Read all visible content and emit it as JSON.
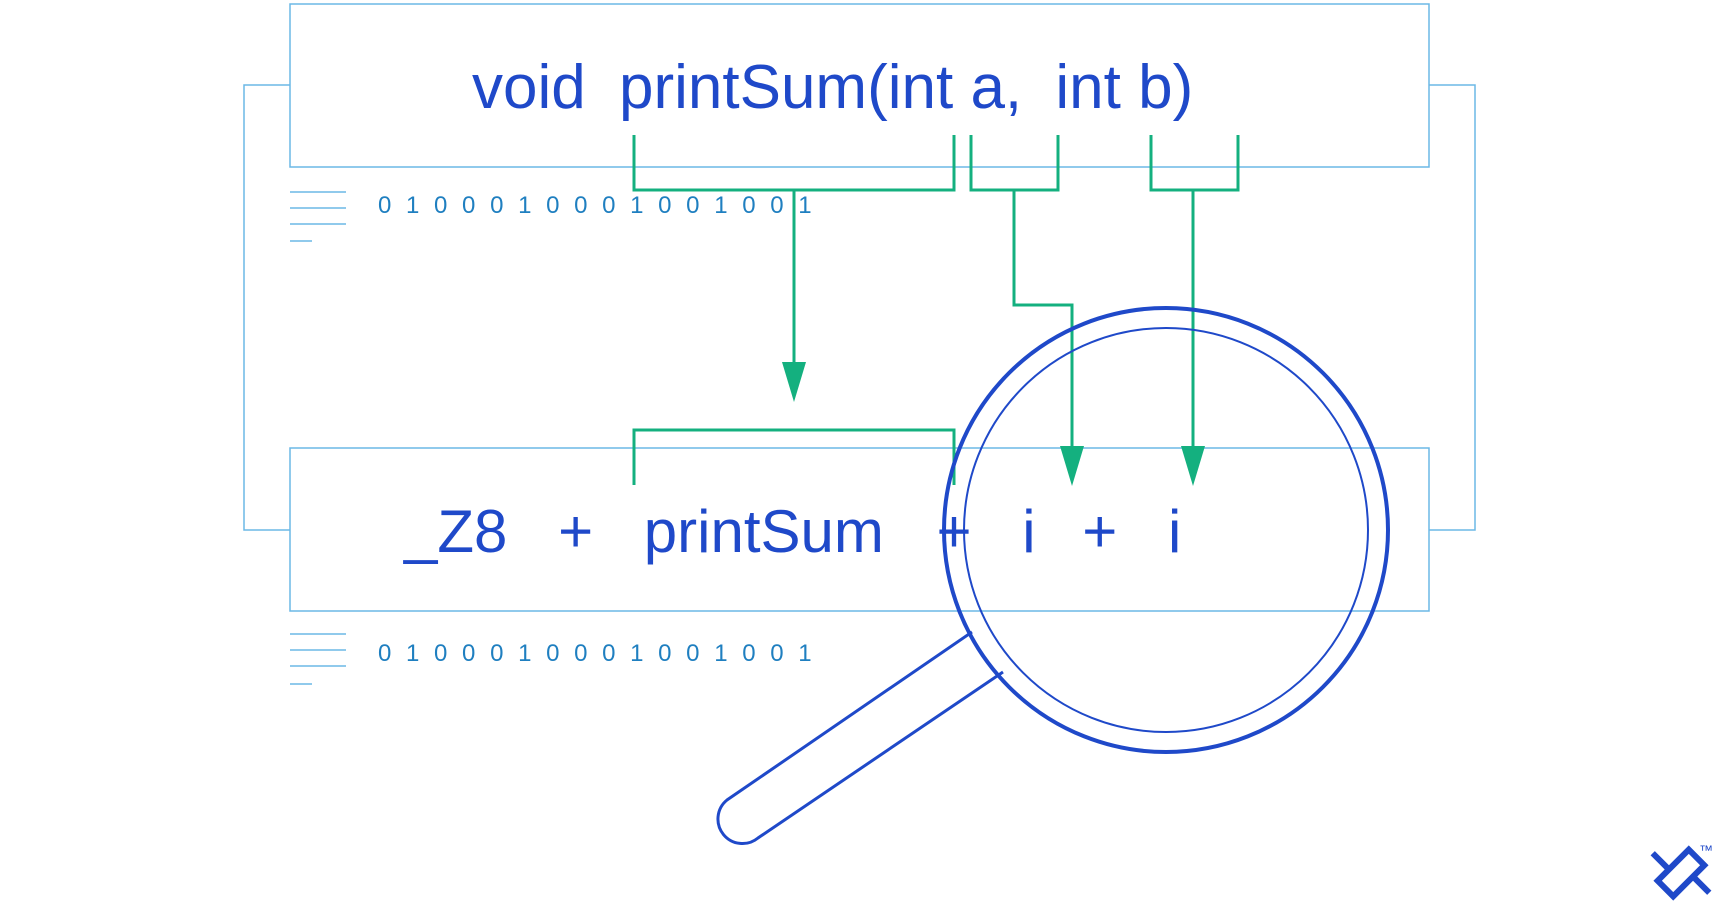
{
  "signature": {
    "parts": [
      "void",
      "printSum(",
      "int a,",
      "int b)"
    ]
  },
  "mangled": {
    "parts": [
      "_Z8",
      "+",
      "printSum",
      "+",
      "i",
      "+",
      "i"
    ]
  },
  "binary_top": "0 1 0 0 0 1 0 0 0 1 0 0 1 0 0 1",
  "binary_bottom": "0 1 0 0 0 1 0 0 0 1 0 0 1 0 0 1",
  "logo": {
    "trademark": "™"
  },
  "colors": {
    "code": "#1f49c9",
    "bracket": "#14b07f",
    "box": "#6bb8e6",
    "binary": "#1f7fc0"
  },
  "icons": [
    "magnifier-icon",
    "toptal-logo-icon"
  ]
}
